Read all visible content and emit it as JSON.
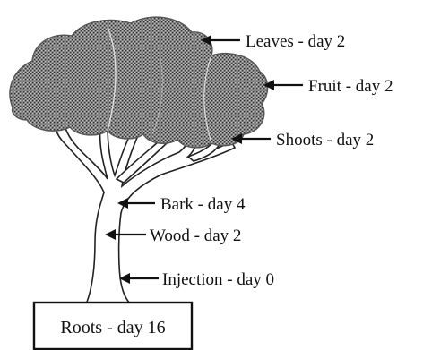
{
  "labels": {
    "leaves": "Leaves - day 2",
    "fruit": "Fruit - day 2",
    "shoots": "Shoots - day 2",
    "bark": "Bark - day 4",
    "wood": "Wood - day 2",
    "injection": "Injection - day 0",
    "roots": "Roots - day 16"
  },
  "colors": {
    "ink": "#111111",
    "canopy": "#6e6e6e"
  }
}
